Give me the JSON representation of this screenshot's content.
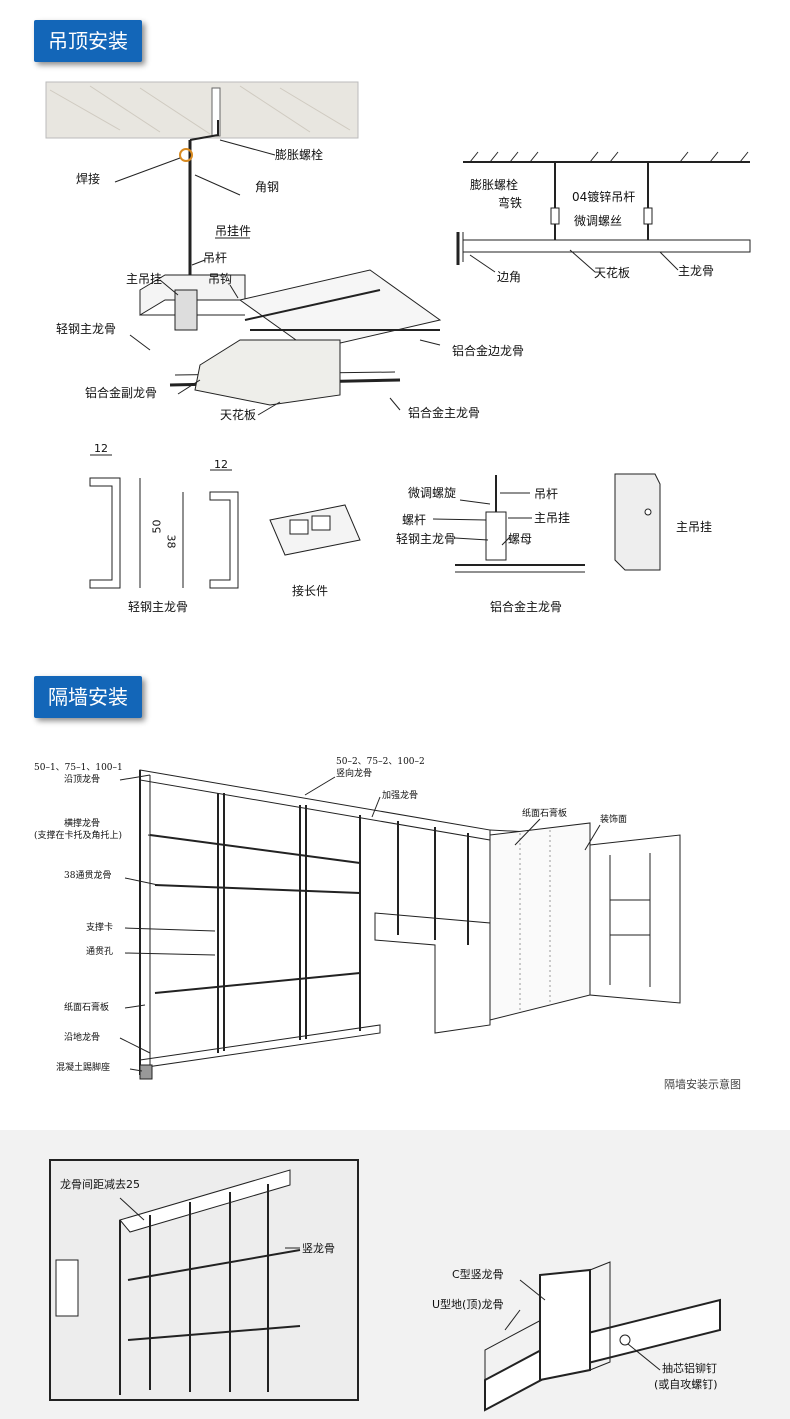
{
  "sections": {
    "ceiling_title": "吊顶安装",
    "partition_title": "隔墙安装"
  },
  "ceiling_diagram": {
    "labels": {
      "expansion_bolt": "膨胀螺栓",
      "welding": "焊接",
      "angle_steel": "角钢",
      "hanger_part": "吊挂件",
      "rod": "吊杆",
      "main_hanger": "主吊挂",
      "hook": "吊钩",
      "light_steel_main_keel": "轻钢主龙骨",
      "alu_edge_keel": "铝合金边龙骨",
      "alu_sub_keel": "铝合金副龙骨",
      "ceiling_board": "天花板",
      "alu_main_keel": "铝合金主龙骨"
    }
  },
  "ceiling_section": {
    "labels": {
      "expansion_bolt": "膨胀螺栓",
      "bent_iron": "弯铁",
      "galv_rod": "04镀锌吊杆",
      "fine_screw": "微调螺丝",
      "corner": "边角",
      "ceiling_board": "天花板",
      "main_keel": "主龙骨"
    }
  },
  "details": {
    "dim_12a": "12",
    "dim_12b": "12",
    "dim_50": "50",
    "dim_38": "38",
    "light_steel_main_keel": "轻钢主龙骨",
    "extension_part": "接长件",
    "fine_knob": "微调螺旋",
    "screw_rod": "螺杆",
    "light_steel_main_keel_2": "轻钢主龙骨",
    "rod": "吊杆",
    "main_hanger": "主吊挂",
    "nut": "螺母",
    "alu_main_keel": "铝合金主龙骨",
    "main_hanger_2": "主吊挂"
  },
  "partition_diagram": {
    "labels": {
      "top_sizes": "50–1、75–1、100–1",
      "top_keel": "沿顶龙骨",
      "stud_sizes": "50–2、75–2、100–2",
      "stud_keel": "竖向龙骨",
      "reinforce_keel": "加强龙骨",
      "gypsum_board_top": "纸面石膏板",
      "finish_face": "装饰面",
      "brace_keel": "横撑龙骨",
      "brace_note": "(支撑在卡托及角托上)",
      "through_keel": "38通贯龙骨",
      "support_clip": "支撑卡",
      "through_hole": "通贯孔",
      "gypsum_board": "纸面石膏板",
      "floor_keel": "沿地龙骨",
      "concrete_skirting": "混凝土踢脚座",
      "caption": "隔墙安装示意图"
    }
  },
  "bottom_diagrams": {
    "spacing_note": "龙骨间距减去25",
    "vertical_keel": "竖龙骨",
    "c_stud": "C型竖龙骨",
    "u_track": "U型地(顶)龙骨",
    "rivet": "抽芯铝铆钉",
    "rivet_alt": "(或自攻螺钉)"
  },
  "colors": {
    "tab_blue": "#1366b8",
    "line": "#222222",
    "slab_gray": "#e8e6e0"
  }
}
